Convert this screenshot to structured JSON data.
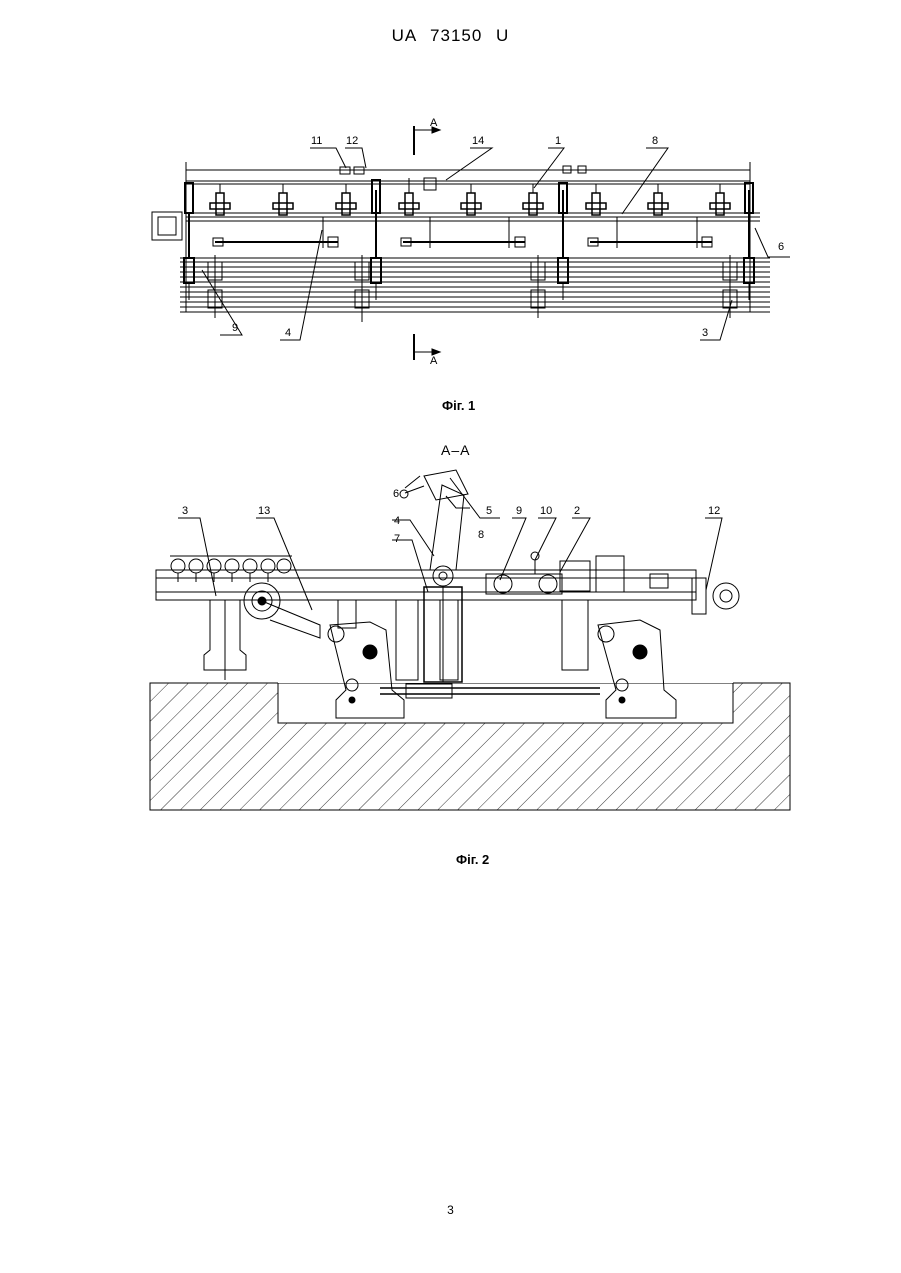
{
  "header": {
    "doc_number": "UA 73150 U"
  },
  "figure1": {
    "caption": "Фіг. 1",
    "section_marks": [
      "A",
      "A"
    ],
    "labels": [
      "11",
      "12",
      "14",
      "1",
      "8",
      "6",
      "9",
      "4",
      "3"
    ]
  },
  "figure2": {
    "caption": "Фіг. 2",
    "section_title": "A–A",
    "labels": [
      "6",
      "5",
      "4",
      "8",
      "7",
      "9",
      "10",
      "2",
      "3",
      "13",
      "12"
    ]
  },
  "footer": {
    "page_number": "3"
  }
}
